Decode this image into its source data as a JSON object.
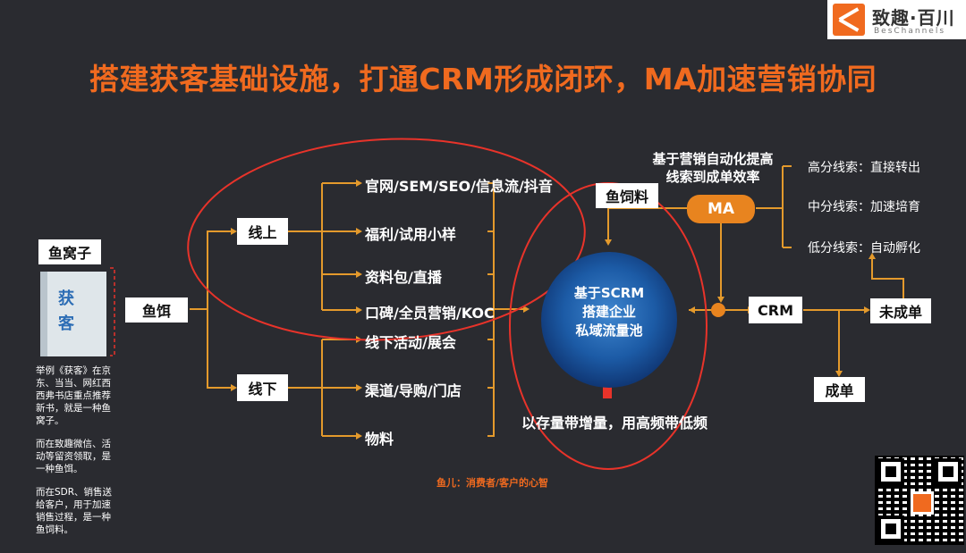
{
  "title": "搭建获客基础设施，打通CRM形成闭环，MA加速营销协同",
  "logo": {
    "cn": "致趣·百川",
    "en": "BesChannels"
  },
  "colors": {
    "accent": "#f06a1f",
    "line": "#e49a2c",
    "ellipse": "#e8332a",
    "box": "#ffffff",
    "ma": "#e8841f"
  },
  "nodes": {
    "yuwozi": "鱼窝子",
    "book": {
      "t1": "获",
      "t2": "客"
    },
    "yuer": "鱼饵",
    "online": "线上",
    "offline": "线下",
    "online_items": [
      "官网/SEM/SEO/信息流/抖音",
      "福利/试用小样",
      "资料包/直播",
      "口碑/全员营销/KOC"
    ],
    "offline_items": [
      "线下活动/展会",
      "渠道/导购/门店",
      "物料"
    ],
    "yusiliao": "鱼饲料",
    "pool": [
      "基于SCRM",
      "搭建企业",
      "私域流量池"
    ],
    "pool_caption": "以存量带增量，用高频带低频",
    "ma": "MA",
    "ma_caption": [
      "基于营销自动化提高",
      "线索到成单效率"
    ],
    "crm": "CRM",
    "weichengdan": "未成单",
    "chengdan": "成单",
    "leads": [
      "高分线索：直接转出",
      "中分线索：加速培育",
      "低分线索：自动孵化"
    ],
    "footnote": "鱼儿：消费者/客户的心智"
  },
  "note": [
    "举例《获客》在京东、当当、网红西西弗书店重点推荐新书，就是一种鱼窝子。",
    "而在致趣微信、活动等留资领取，是一种鱼饵。",
    "而在SDR、销售送给客户，用于加速销售过程，是一种鱼饲料。"
  ]
}
